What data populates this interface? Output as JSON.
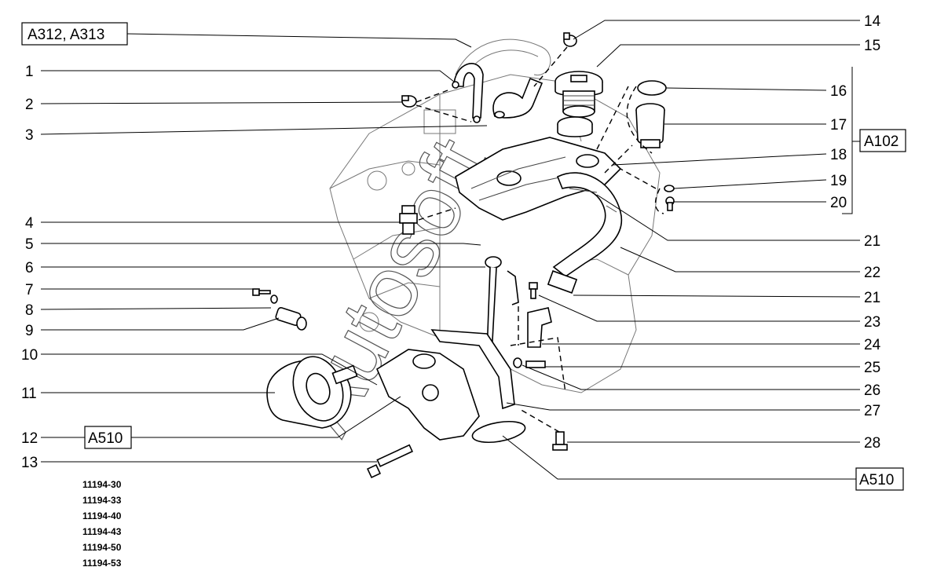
{
  "callouts": {
    "c1": "1",
    "c2": "2",
    "c3": "3",
    "c4": "4",
    "c5": "5",
    "c6": "6",
    "c7": "7",
    "c8": "8",
    "c9": "9",
    "c10": "10",
    "c11": "11",
    "c12": "12",
    "c13": "13",
    "c14": "14",
    "c15": "15",
    "c16": "16",
    "c17": "17",
    "c18": "18",
    "c19": "19",
    "c20": "20",
    "c21a": "21",
    "c22": "22",
    "c21b": "21",
    "c23": "23",
    "c24": "24",
    "c25": "25",
    "c26": "26",
    "c27": "27",
    "c28": "28"
  },
  "refs": {
    "top_left": "A312, A313",
    "right": "A102",
    "mid_left": "A510",
    "bottom_right": "A510"
  },
  "engine_codes": [
    "11194-30",
    "11194-33",
    "11194-40",
    "11194-43",
    "11194-50",
    "11194-53"
  ],
  "watermark": "Autosoft"
}
